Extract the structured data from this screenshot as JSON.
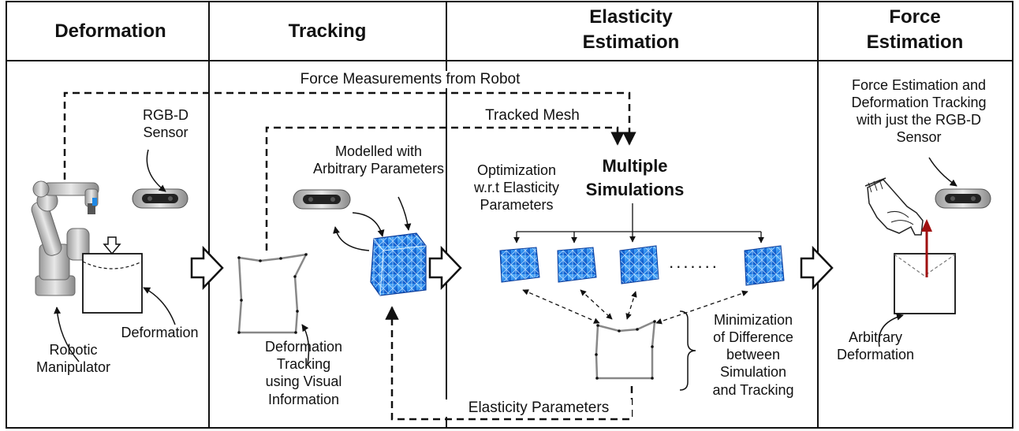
{
  "headers": {
    "deformation": "Deformation",
    "tracking": "Tracking",
    "elasticity_line1": "Elasticity",
    "elasticity_line2": "Estimation",
    "force_line1": "Force",
    "force_line2": "Estimation"
  },
  "labels": {
    "force_measurements": "Force Measurements from Robot",
    "tracked_mesh": "Tracked Mesh",
    "elasticity_parameters": "Elasticity Parameters",
    "rgbd_sensor_l1": "RGB-D",
    "rgbd_sensor_l2": "Sensor",
    "robotic_manipulator_l1": "Robotic",
    "robotic_manipulator_l2": "Manipulator",
    "deformation": "Deformation",
    "modelled_l1": "Modelled with",
    "modelled_l2": "Arbitrary Parameters",
    "deformation_tracking_l1": "Deformation",
    "deformation_tracking_l2": "Tracking",
    "deformation_tracking_l3": "using Visual",
    "deformation_tracking_l4": "Information",
    "optimization_l1": "Optimization",
    "optimization_l2": "w.r.t Elasticity",
    "optimization_l3": "Parameters",
    "multiple_sim_l1": "Multiple",
    "multiple_sim_l2": "Simulations",
    "dots": ".......",
    "minimization_l1": "Minimization",
    "minimization_l2": "of Difference",
    "minimization_l3": "between",
    "minimization_l4": "Simulation",
    "minimization_l5": "and Tracking",
    "force_est_l1": "Force Estimation and",
    "force_est_l2": "Deformation Tracking",
    "force_est_l3": "with just the RGB-D",
    "force_est_l4": "Sensor",
    "arbitrary_l1": "Arbitrary",
    "arbitrary_l2": "Deformation"
  },
  "colors": {
    "mesh_blue": "#1e7fe8",
    "force_arrow": "#a01010"
  }
}
